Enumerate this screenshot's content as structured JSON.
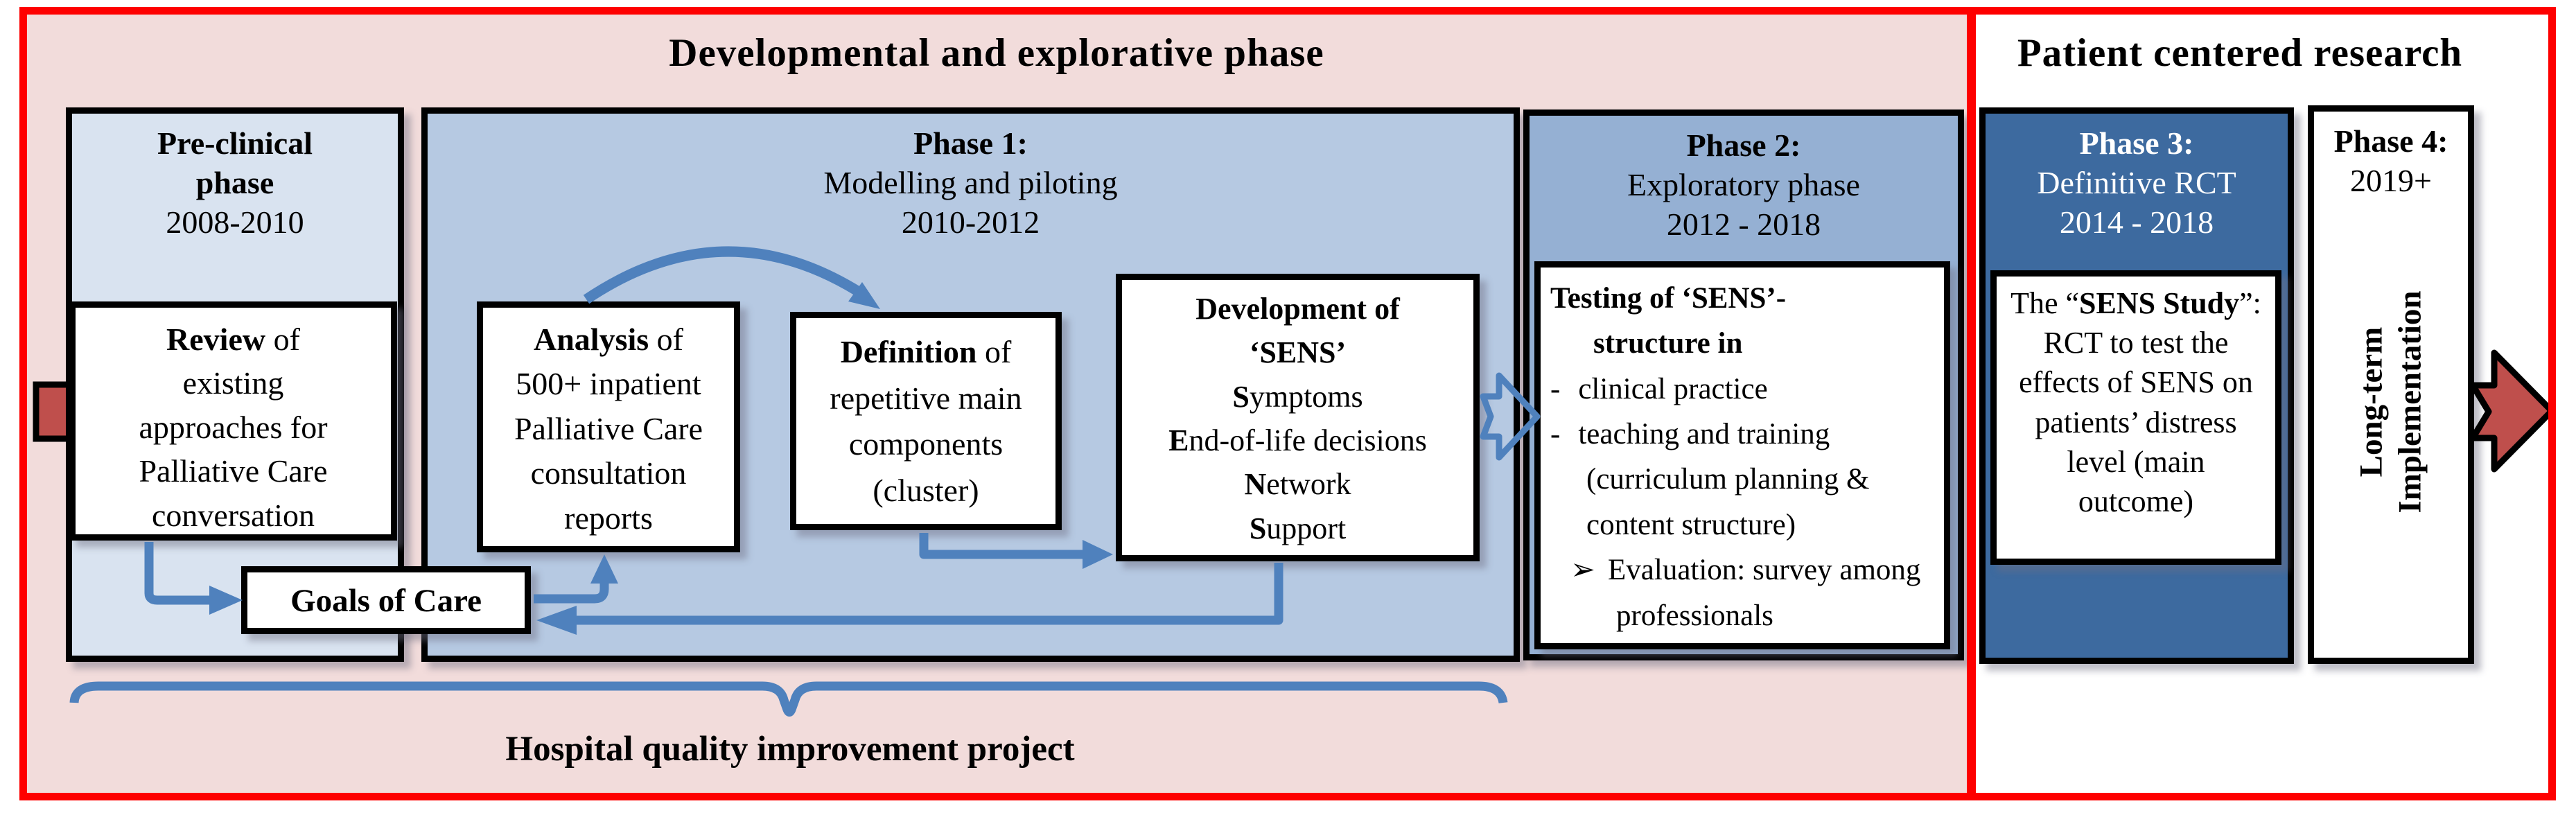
{
  "colors": {
    "red_border": "#fe0000",
    "pink_bg": "#f2dcdb",
    "preclinical_bg": "#d9e3f0",
    "phase1_bg": "#b6c9e2",
    "phase2_bg": "#95b0d3",
    "phase3_bg": "#3d6a9f",
    "arrow_blue": "#4f81bd",
    "arrow_red": "#bf4f4c",
    "box_border": "#000000"
  },
  "header": {
    "left_title": "Developmental and explorative phase",
    "right_title": "Patient centered research"
  },
  "preclinical": {
    "title_line1": "Pre-clinical",
    "title_line2": "phase",
    "years": "2008-2010"
  },
  "phase1": {
    "title": "Phase 1:",
    "subtitle": "Modelling and piloting",
    "years": "2010-2012"
  },
  "phase2": {
    "title": "Phase 2:",
    "subtitle": "Exploratory phase",
    "years": "2012 - 2018",
    "testing": {
      "title_line1": "Testing of ‘SENS’-",
      "title_line2": "structure in",
      "bullet": "-",
      "item1": "clinical practice",
      "item2": "teaching and training (curriculum planning & content structure)",
      "eval_marker": "➢",
      "evaluation": "Evaluation: survey among professionals"
    }
  },
  "phase3": {
    "title": "Phase 3:",
    "subtitle": "Definitive RCT",
    "years": "2014 - 2018",
    "study": {
      "pre": "The “",
      "bold": "SENS Study",
      "post": "”:",
      "body": "RCT to test the effects of SENS on patients’ distress level (main outcome)"
    }
  },
  "phase4": {
    "title": "Phase 4:",
    "years": "2019+",
    "vertical_line1": "Long-term",
    "vertical_line2": "Implementation"
  },
  "review": {
    "bold": "Review",
    "rest": " of existing approaches for Palliative Care conversation"
  },
  "analysis": {
    "bold": "Analysis",
    "rest": " of 500+ inpatient Palliative Care consultation reports"
  },
  "definition": {
    "bold": "Definition",
    "rest": " of repetitive main components (cluster)"
  },
  "development": {
    "title_line1": "Development of",
    "title_line2": "‘SENS’",
    "items": [
      {
        "initial": "S",
        "rest": "ymptoms"
      },
      {
        "initial": "E",
        "rest": "nd-of-life decisions"
      },
      {
        "initial": "N",
        "rest": "etwork"
      },
      {
        "initial": "S",
        "rest": "upport"
      }
    ]
  },
  "goals": {
    "label": "Goals of Care"
  },
  "footer": {
    "label": "Hospital quality improvement project"
  }
}
